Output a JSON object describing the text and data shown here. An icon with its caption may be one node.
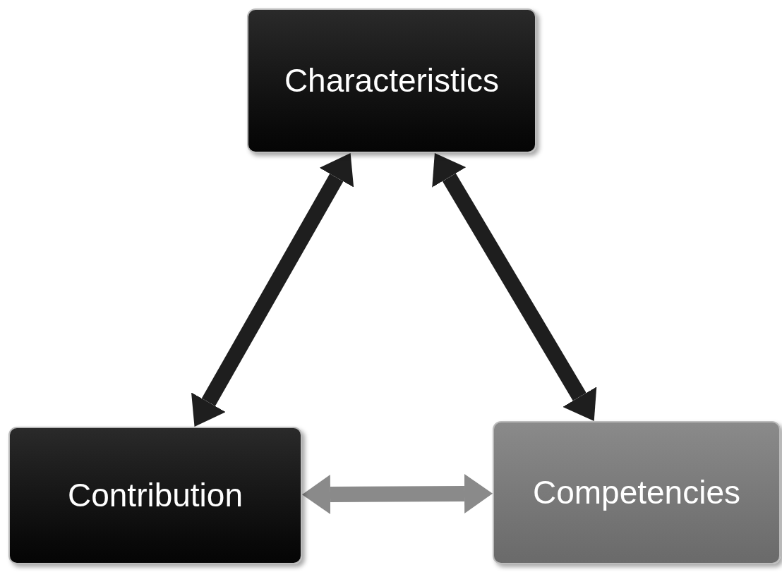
{
  "diagram": {
    "nodes": [
      {
        "text": [
          "Characteristics"
        ]
      },
      {
        "text": [
          "Contribution"
        ]
      },
      {
        "text": [
          "Competencies"
        ]
      }
    ],
    "edges": [
      {
        "from": 0,
        "to": 1,
        "arrow": "both"
      },
      {
        "from": 0,
        "to": 2,
        "arrow": "both"
      },
      {
        "from": 1,
        "to": 2,
        "arrow": "both",
        "color": "#8a8a8a"
      }
    ]
  }
}
